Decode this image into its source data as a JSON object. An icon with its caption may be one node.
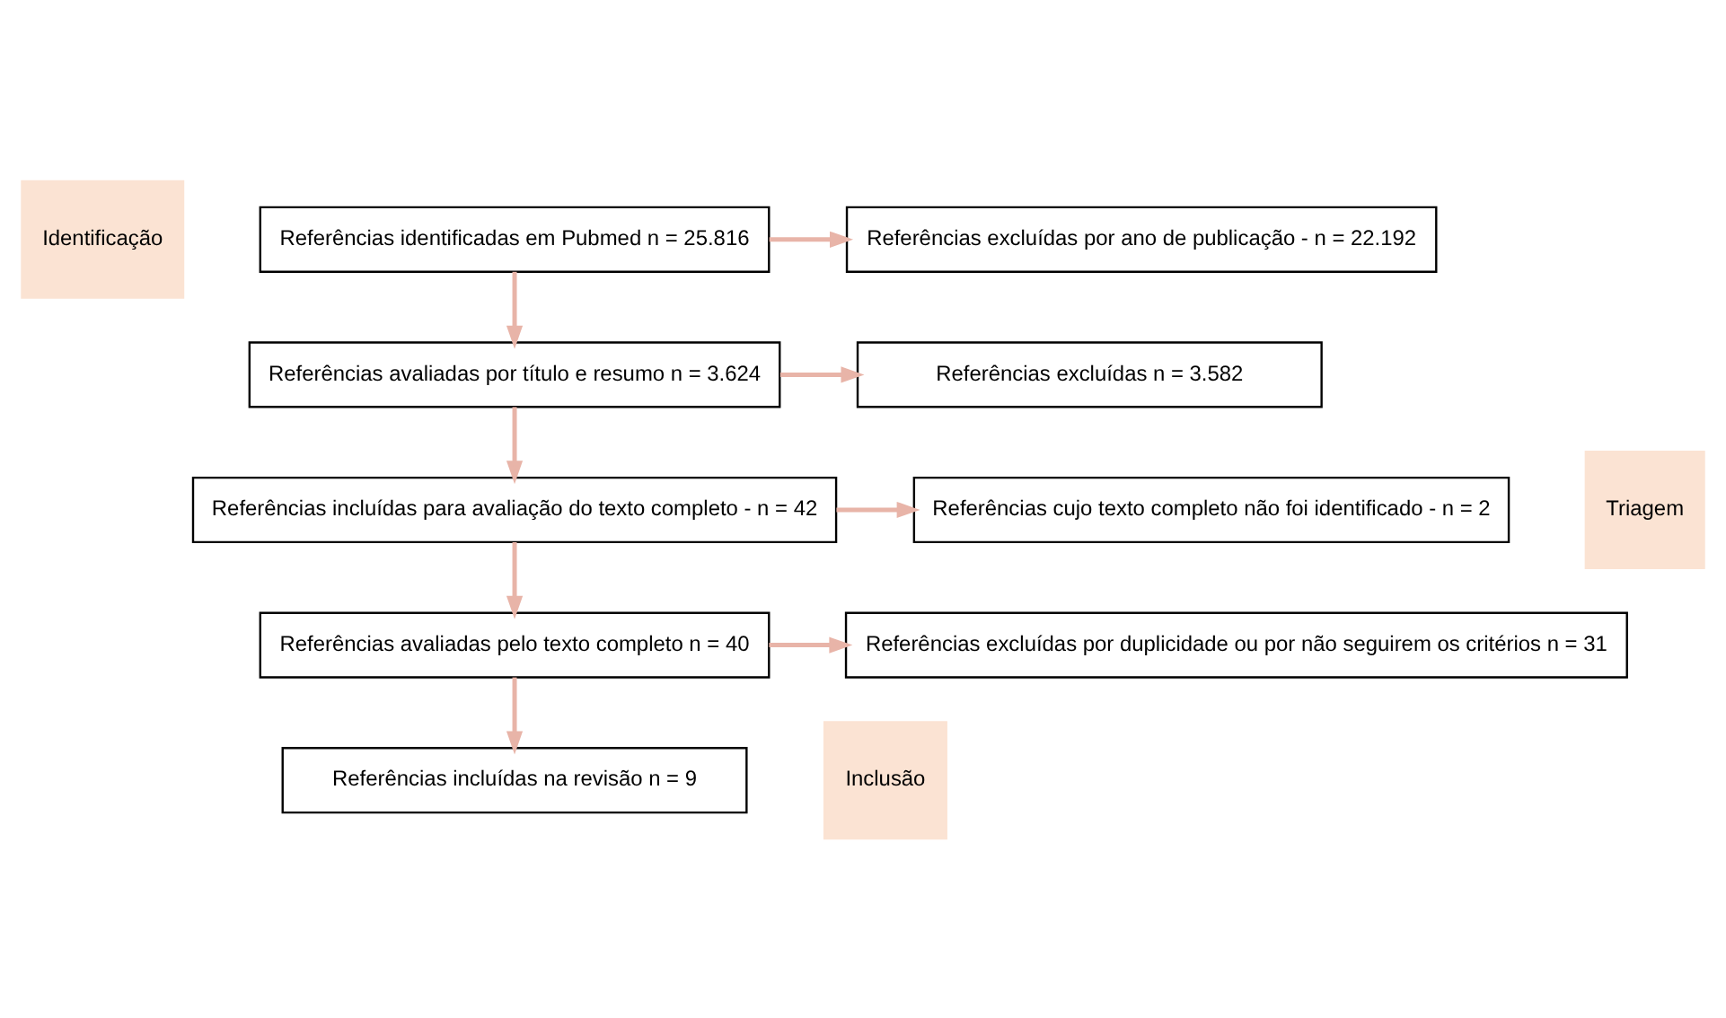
{
  "diagram": {
    "nodes": [
      {
        "text": [
          "Identificação"
        ]
      },
      {
        "text": [
          "Referências identificadas em Pubmed n = 25.816"
        ]
      },
      {
        "text": [
          "Referências excluídas por ano de publicação - n = 22.192"
        ]
      },
      {
        "text": [
          "Triagem"
        ]
      },
      {
        "text": [
          "Referências avaliadas por título e resumo n = 3.624"
        ]
      },
      {
        "text": [
          "Referências excluídas n = 3.582"
        ]
      },
      {
        "text": [
          "Referências incluídas para avaliação do texto completo - n = 42"
        ]
      },
      {
        "text": [
          "Referências cujo texto completo não foi identificado - n = 2"
        ]
      },
      {
        "text": [
          "Referências avaliadas pelo texto completo n = 40"
        ]
      },
      {
        "text": [
          "Referências excluídas por duplicidade ou por não seguirem os critérios n = 31"
        ]
      },
      {
        "text": [
          "Inclusão"
        ]
      },
      {
        "text": [
          "Referências incluídas na revisão n = 9"
        ]
      }
    ],
    "edges": [
      {
        "from": 1,
        "to": 2,
        "arrow": "to"
      },
      {
        "from": 1,
        "to": 4,
        "arrow": "to"
      },
      {
        "from": 4,
        "to": 5,
        "arrow": "to"
      },
      {
        "from": 4,
        "to": 6,
        "arrow": "to"
      },
      {
        "from": 6,
        "to": 7,
        "arrow": "to"
      },
      {
        "from": 6,
        "to": 8,
        "arrow": "to"
      },
      {
        "from": 8,
        "to": 9,
        "arrow": "to"
      },
      {
        "from": 8,
        "to": 11,
        "arrow": "to"
      }
    ]
  }
}
